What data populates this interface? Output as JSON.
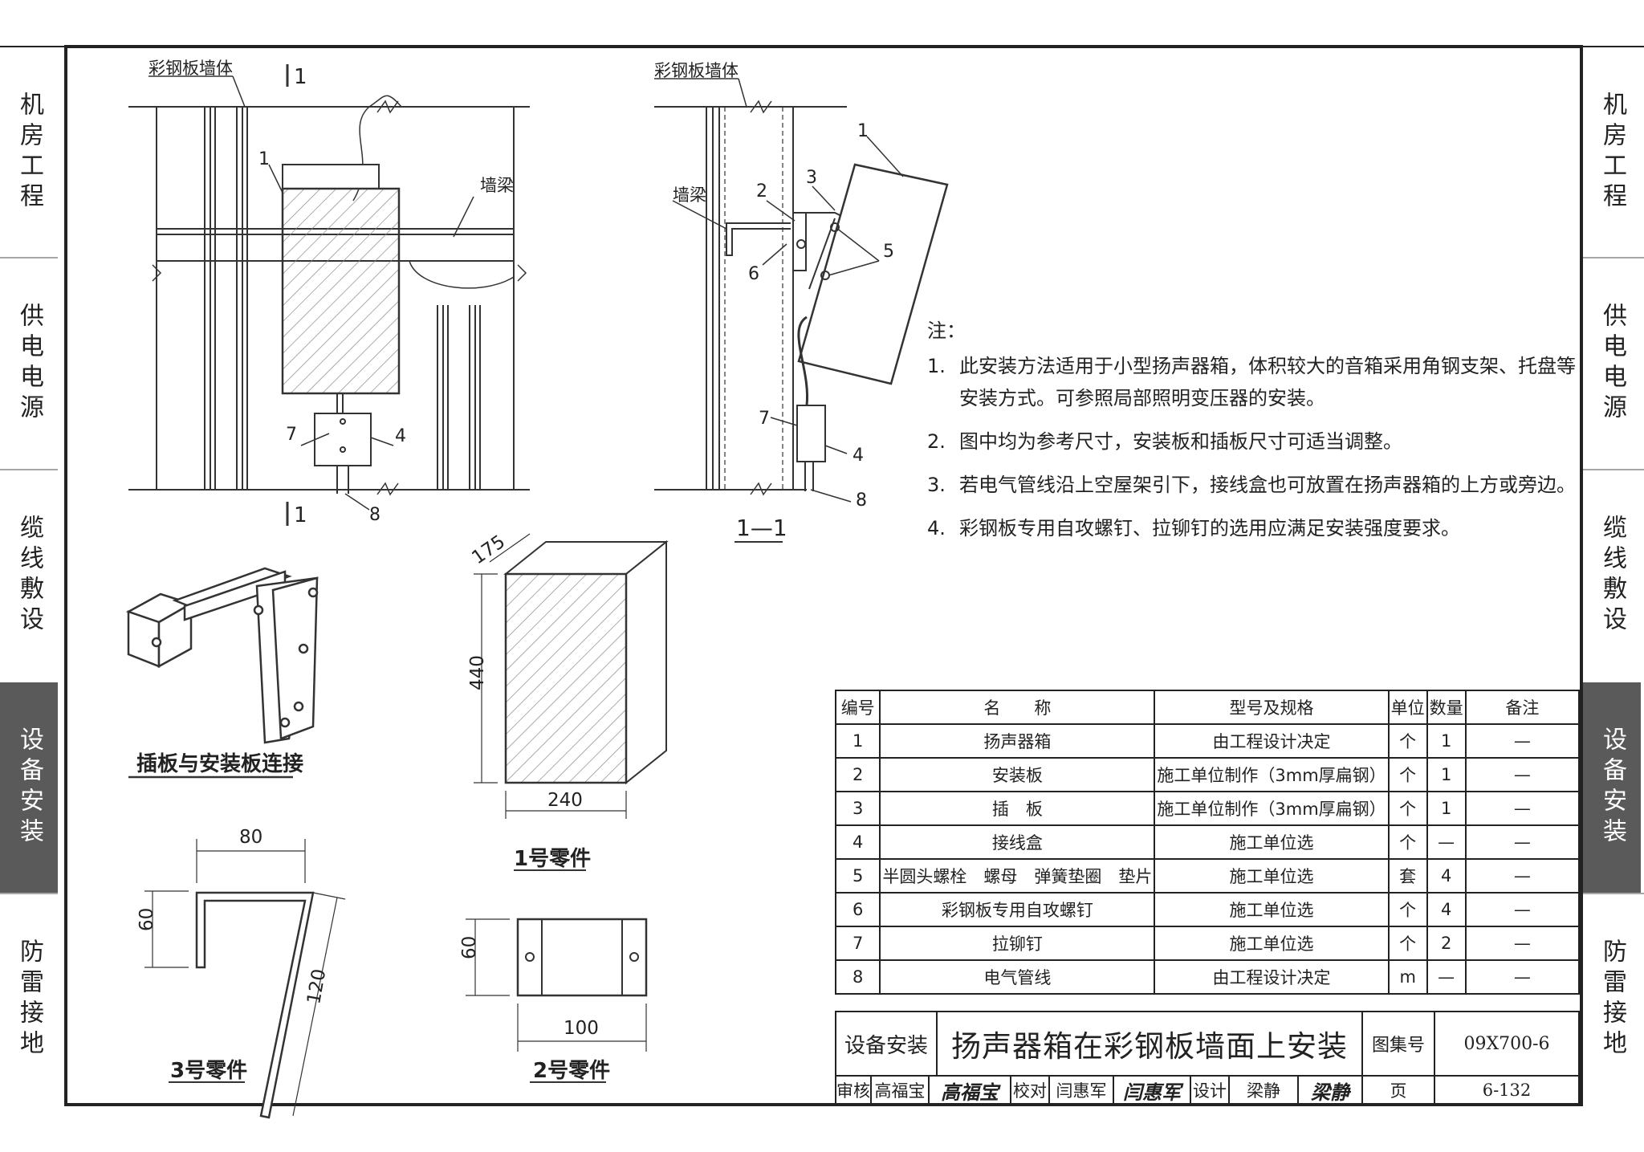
{
  "side_tabs": [
    {
      "label": "机房工程",
      "active": false
    },
    {
      "label": "供电电源",
      "active": false
    },
    {
      "label": "缆线敷设",
      "active": false
    },
    {
      "label": "设备安装",
      "active": true
    },
    {
      "label": "防雷接地",
      "active": false
    }
  ],
  "elevation": {
    "wall_label": "彩钢板墙体",
    "beam_label": "墙梁",
    "section_mark": "1",
    "callouts": [
      "1",
      "7",
      "4",
      "8"
    ]
  },
  "section": {
    "wall_label": "彩钢板墙体",
    "beam_label": "墙梁",
    "title": "1—1",
    "callouts": [
      "1",
      "2",
      "3",
      "5",
      "6",
      "7",
      "4",
      "8"
    ]
  },
  "notes": {
    "heading": "注：",
    "items": [
      {
        "num": "1.",
        "text": "此安装方法适用于小型扬声器箱，体积较大的音箱采用角钢支架、托盘等安装方式。可参照局部照明变压器的安装。"
      },
      {
        "num": "2.",
        "text": "图中均为参考尺寸，安装板和插板尺寸可适当调整。"
      },
      {
        "num": "3.",
        "text": "若电气管线沿上空屋架引下，接线盒也可放置在扬声器箱的上方或旁边。"
      },
      {
        "num": "4.",
        "text": "彩钢板专用自攻螺钉、拉铆钉的选用应满足安装强度要求。"
      }
    ]
  },
  "details": {
    "connection_caption": "插板与安装板连接",
    "part1": {
      "caption": "1号零件",
      "dim_depth": "175",
      "dim_height": "440",
      "dim_width": "240"
    },
    "part3": {
      "caption": "3号零件",
      "dim_top": "80",
      "dim_side": "60",
      "dim_slant": "120"
    },
    "part2": {
      "caption": "2号零件",
      "dim_height": "60",
      "dim_width": "100"
    }
  },
  "parts_table": {
    "headers": [
      "编号",
      "名　　称",
      "型号及规格",
      "单位",
      "数量",
      "备注"
    ],
    "rows": [
      [
        "1",
        "扬声器箱",
        "由工程设计决定",
        "个",
        "1",
        "—"
      ],
      [
        "2",
        "安装板",
        "施工单位制作（3mm厚扁钢）",
        "个",
        "1",
        "—"
      ],
      [
        "3",
        "插　板",
        "施工单位制作（3mm厚扁钢）",
        "个",
        "1",
        "—"
      ],
      [
        "4",
        "接线盒",
        "施工单位选",
        "个",
        "—",
        "—"
      ],
      [
        "5",
        "半圆头螺栓　螺母　弹簧垫圈　垫片",
        "施工单位选",
        "套",
        "4",
        "—"
      ],
      [
        "6",
        "彩钢板专用自攻螺钉",
        "施工单位选",
        "个",
        "4",
        "—"
      ],
      [
        "7",
        "拉铆钉",
        "施工单位选",
        "个",
        "2",
        "—"
      ],
      [
        "8",
        "电气管线",
        "由工程设计决定",
        "m",
        "—",
        "—"
      ]
    ]
  },
  "title_block": {
    "category": "设备安装",
    "title": "扬声器箱在彩钢板墙面上安装",
    "atlas_label": "图集号",
    "atlas_no": "09X700-6",
    "review_label": "审核",
    "reviewer": "高福宝",
    "reviewer_sig": "高福宝",
    "check_label": "校对",
    "checker": "闫惠军",
    "checker_sig": "闫惠军",
    "design_label": "设计",
    "designer": "梁静",
    "designer_sig": "梁静",
    "page_label": "页",
    "page_no": "6-132"
  }
}
